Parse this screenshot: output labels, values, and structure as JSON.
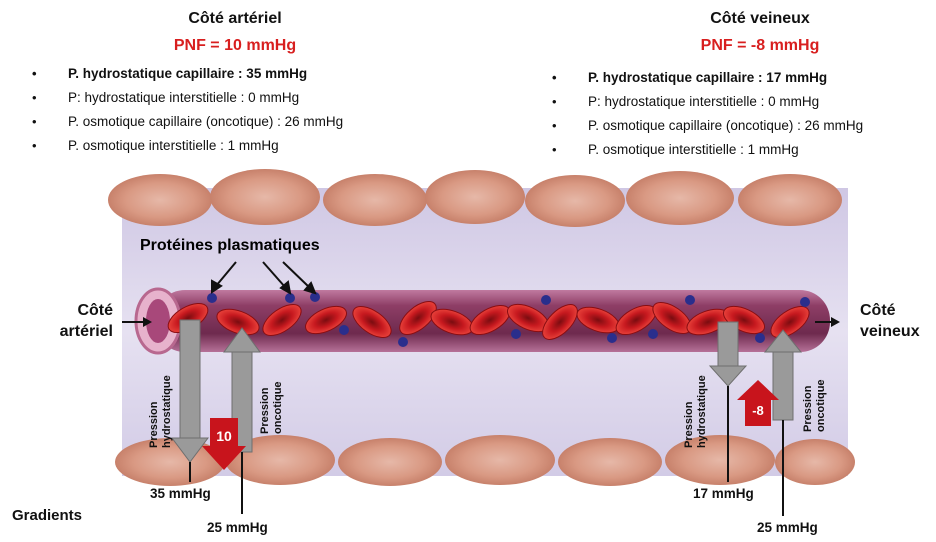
{
  "arterial": {
    "title": "Côté artériel",
    "pnf": "PNF = 10 mmHg",
    "items": [
      "P. hydrostatique capillaire : 35 mmHg",
      "P: hydrostatique interstitielle : 0 mmHg",
      "P. osmotique capillaire (oncotique) : 26 mmHg",
      "P. osmotique interstitielle : 1 mmHg"
    ]
  },
  "venous": {
    "title": "Côté veineux",
    "pnf": "PNF = -8 mmHg",
    "items": [
      "P. hydrostatique capillaire : 17 mmHg",
      "P: hydrostatique interstitielle : 0 mmHg",
      "P. osmotique capillaire (oncotique) : 26 mmHg",
      "P. osmotique interstitielle : 1 mmHg"
    ]
  },
  "diagram": {
    "proteins_label": "Protéines plasmatiques",
    "left_side_line1": "Côté",
    "left_side_line2": "artériel",
    "right_side_line1": "Côté",
    "right_side_line2": "veineux",
    "hydro_line1": "Pression",
    "hydro_line2": "hydrostatique",
    "onco_line1": "Pression",
    "onco_line2": "oncotique",
    "net_arterial": "10",
    "net_venous": "-8",
    "left_hydro_value": "35 mmHg",
    "left_onco_value": "25 mmHg",
    "right_hydro_value": "17 mmHg",
    "right_onco_value": "25 mmHg",
    "gradients_label": "Gradients"
  },
  "colors": {
    "net_arrow": "#c8141c",
    "pressure_arrow": "#9a9a9a",
    "vessel": "#9c4a72",
    "rbc": "#d42a2a",
    "protein": "#2a2e8c"
  }
}
